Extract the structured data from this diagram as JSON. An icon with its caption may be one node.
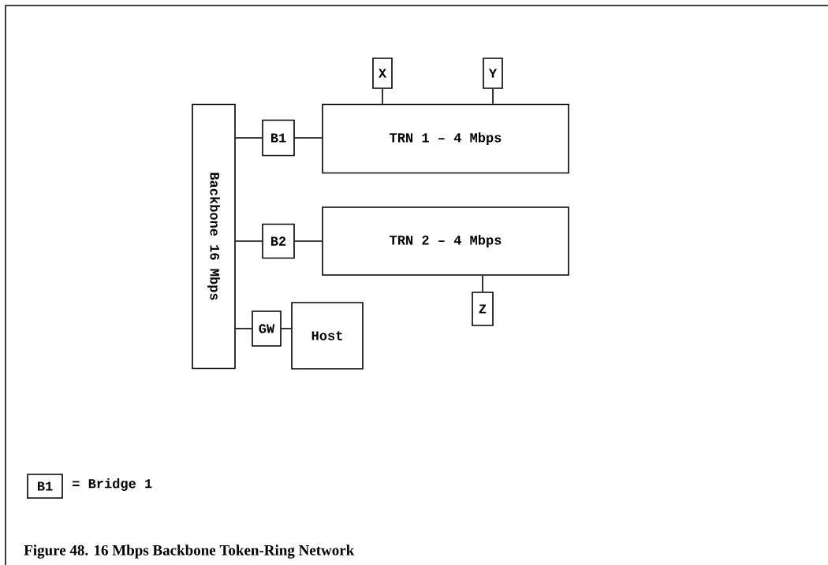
{
  "diagram": {
    "caption": "Figure 48.  16 Mbps Backbone Token-Ring Network",
    "nodes": [
      {
        "text": [
          "X"
        ]
      },
      {
        "text": [
          "Y"
        ]
      },
      {
        "text": [
          "Backbone 16 Mbps"
        ]
      },
      {
        "text": [
          "B1"
        ]
      },
      {
        "text": [
          "TRN 1 – 4 Mbps"
        ]
      },
      {
        "text": [
          "B2"
        ]
      },
      {
        "text": [
          "TRN 2 – 4 Mbps"
        ]
      },
      {
        "text": [
          "Z"
        ]
      },
      {
        "text": [
          "GW"
        ]
      },
      {
        "text": [
          "Host"
        ]
      },
      {
        "text": [
          "B1"
        ],
        "beside": [
          "= Bridge 1"
        ]
      }
    ],
    "edges": [
      {
        "from": 0,
        "to": 4,
        "arrow": "none"
      },
      {
        "from": 1,
        "to": 4,
        "arrow": "none"
      },
      {
        "from": 2,
        "to": 3,
        "arrow": "none"
      },
      {
        "from": 3,
        "to": 4,
        "arrow": "none"
      },
      {
        "from": 2,
        "to": 5,
        "arrow": "none"
      },
      {
        "from": 5,
        "to": 6,
        "arrow": "none"
      },
      {
        "from": 6,
        "to": 7,
        "arrow": "none"
      },
      {
        "from": 2,
        "to": 8,
        "arrow": "none"
      },
      {
        "from": 8,
        "to": 9,
        "arrow": "none"
      }
    ]
  }
}
